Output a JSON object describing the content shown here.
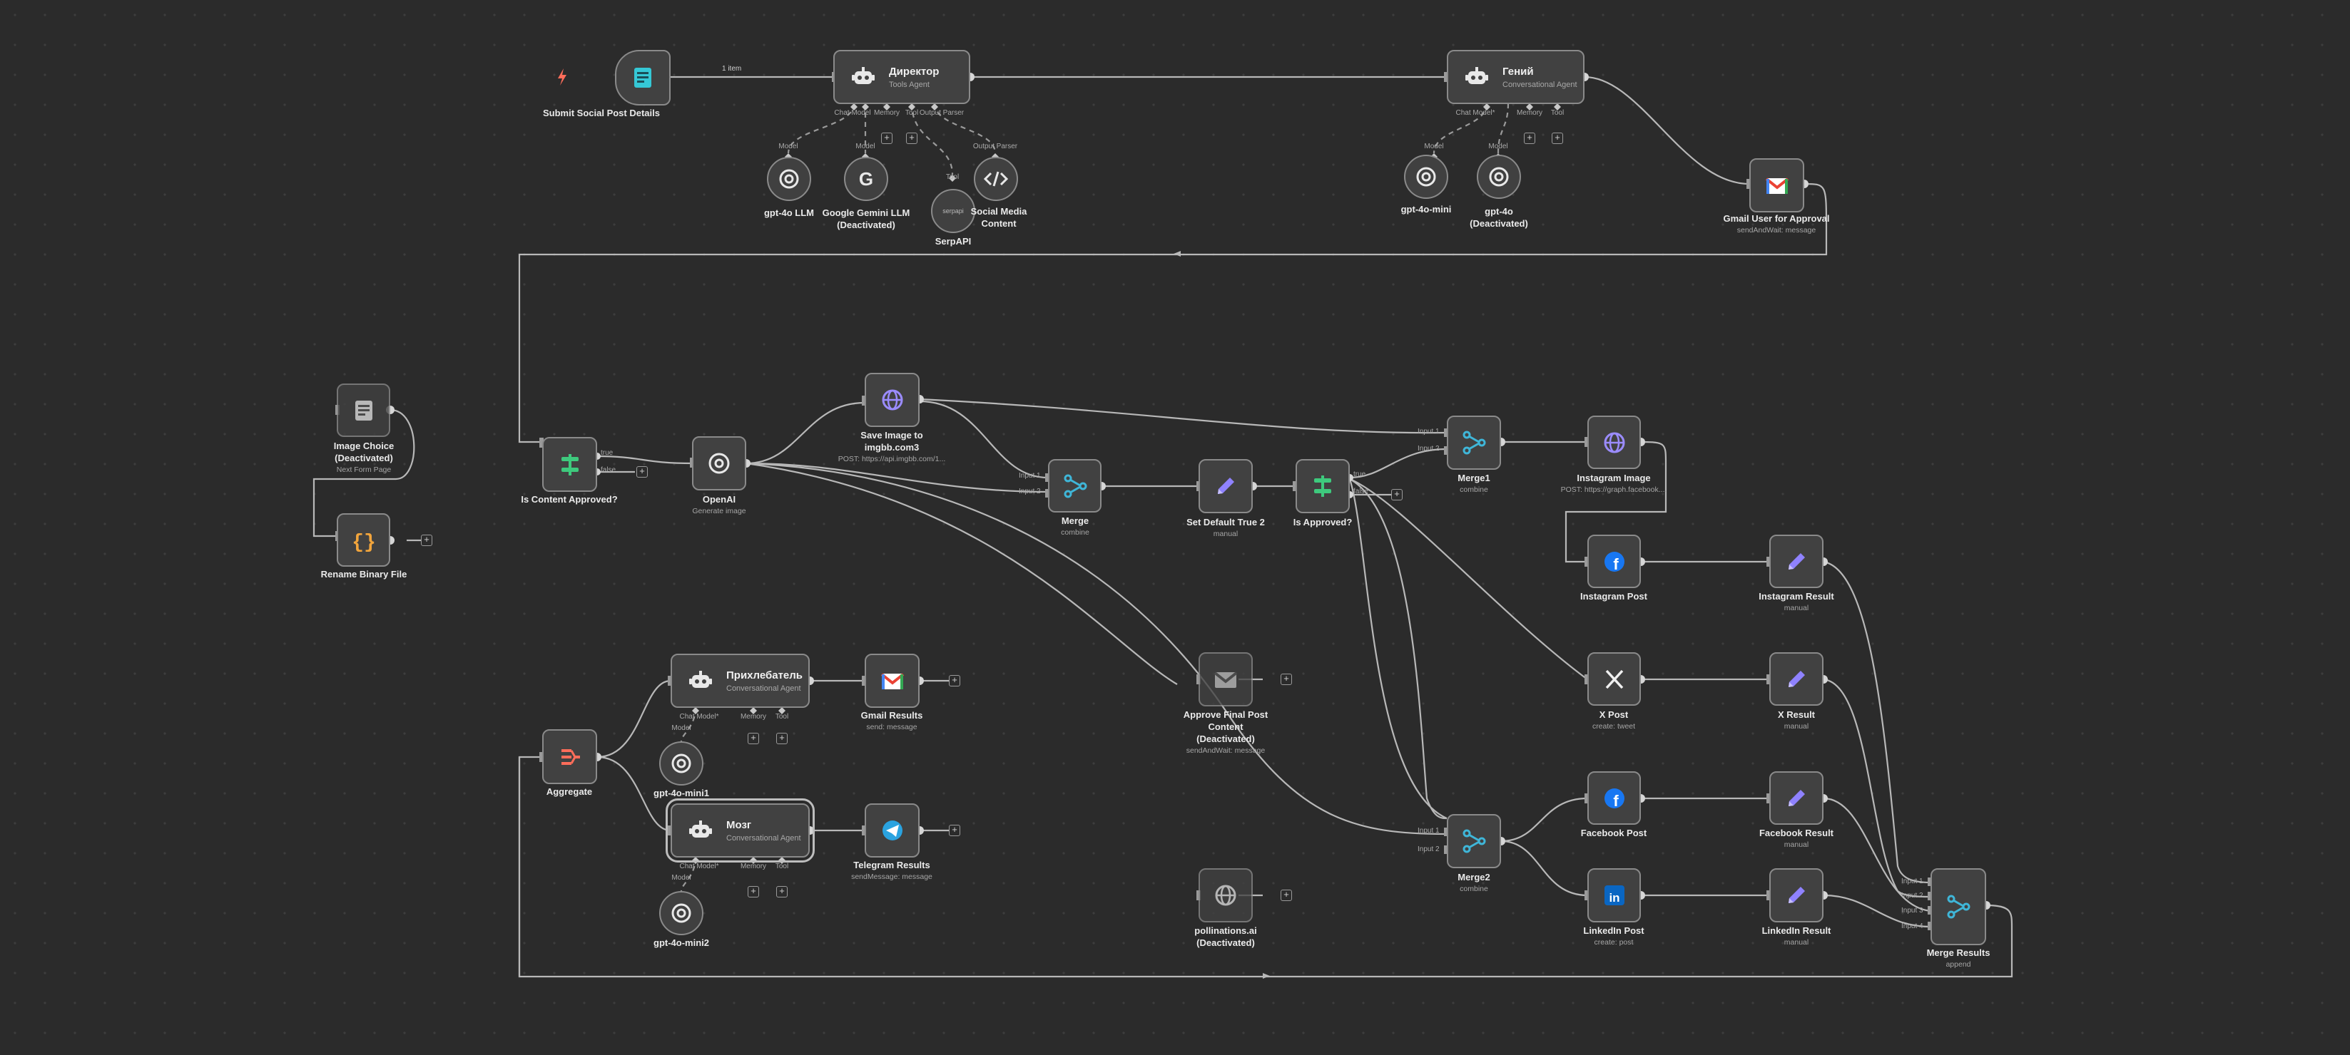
{
  "colors": {
    "wire": "#b8b8b8",
    "node_bg": "#414141",
    "node_border": "#8a8a8a",
    "accent_trigger": "#ff6d5a"
  },
  "edge_labels": {
    "items": "1 item"
  },
  "nodes": {
    "submit": {
      "title": "Submit Social Post Details"
    },
    "director": {
      "title": "Директор",
      "subtitle": "Tools Agent"
    },
    "genius": {
      "title": "Гений",
      "subtitle": "Conversational Agent"
    },
    "gpt4o_llm": {
      "title": "gpt-4o LLM"
    },
    "gemini": {
      "title": "Google Gemini LLM",
      "subtitle": "(Deactivated)"
    },
    "serpapi": {
      "title": "SerpAPI"
    },
    "social_media_content": {
      "title": "Social Media Content"
    },
    "gpt4o_mini": {
      "title": "gpt-4o-mini"
    },
    "gpt4o_deact": {
      "title": "gpt-4o",
      "subtitle": "(Deactivated)"
    },
    "gmail_approval": {
      "title": "Gmail User for Approval",
      "subtitle": "sendAndWait: message"
    },
    "image_choice": {
      "title": "Image Choice",
      "subtitle1": "(Deactivated)",
      "subtitle2": "Next Form Page"
    },
    "rename_binary": {
      "title": "Rename Binary File"
    },
    "is_content_approved": {
      "title": "Is Content Approved?"
    },
    "openai": {
      "title": "OpenAI",
      "subtitle": "Generate image"
    },
    "save_image": {
      "title": "Save Image to",
      "title2": "imgbb.com3",
      "subtitle": "POST: https://api.imgbb.com/1..."
    },
    "merge": {
      "title": "Merge",
      "subtitle": "combine"
    },
    "set_default": {
      "title": "Set Default True 2",
      "subtitle": "manual"
    },
    "is_approved": {
      "title": "Is Approved?"
    },
    "merge1": {
      "title": "Merge1",
      "subtitle": "combine"
    },
    "instagram_image": {
      "title": "Instagram Image",
      "subtitle": "POST: https://graph.facebook...."
    },
    "instagram_post": {
      "title": "Instagram Post"
    },
    "instagram_result": {
      "title": "Instagram Result",
      "subtitle": "manual"
    },
    "x_post": {
      "title": "X Post",
      "subtitle": "create: tweet"
    },
    "x_result": {
      "title": "X Result",
      "subtitle": "manual"
    },
    "facebook_post": {
      "title": "Facebook Post"
    },
    "facebook_result": {
      "title": "Facebook Result",
      "subtitle": "manual"
    },
    "linkedin_post": {
      "title": "LinkedIn Post",
      "subtitle": "create: post"
    },
    "linkedin_result": {
      "title": "LinkedIn Result",
      "subtitle": "manual"
    },
    "merge2": {
      "title": "Merge2",
      "subtitle": "combine"
    },
    "merge_results": {
      "title": "Merge Results",
      "subtitle": "append"
    },
    "aggregate": {
      "title": "Aggregate"
    },
    "prihlebatel": {
      "title": "Прихлебатель",
      "subtitle": "Conversational Agent"
    },
    "mozg": {
      "title": "Мозг",
      "subtitle": "Conversational Agent"
    },
    "gpt4o_mini1": {
      "title": "gpt-4o-mini1"
    },
    "gpt4o_mini2": {
      "title": "gpt-4o-mini2"
    },
    "gmail_results": {
      "title": "Gmail Results",
      "subtitle": "send: message"
    },
    "telegram_results": {
      "title": "Telegram Results",
      "subtitle": "sendMessage: message"
    },
    "approve_final": {
      "title": "Approve Final Post",
      "title2": "Content",
      "subtitle1": "(Deactivated)",
      "subtitle2": "sendAndWait: message"
    },
    "pollinations": {
      "title": "pollinations.ai",
      "subtitle": "(Deactivated)"
    }
  },
  "ports": {
    "chat_model": "Chat Model",
    "memory": "Memory",
    "tool": "Tool",
    "output_parser": "Output Parser",
    "chat_model_req": "Chat Model*",
    "model": "Model",
    "true": "true",
    "false": "false",
    "input1": "Input 1",
    "input2": "Input 2",
    "input3": "Input 3",
    "input4": "Input 4"
  },
  "icons": [
    "form-icon",
    "robot-icon",
    "gmail-icon",
    "openai-icon",
    "google-icon",
    "code-icon",
    "globe-icon",
    "if-icon",
    "merge-icon",
    "pencil-icon",
    "facebook-icon",
    "x-icon",
    "linkedin-icon",
    "aggregate-icon",
    "telegram-icon",
    "braces-icon",
    "bolt-icon"
  ]
}
